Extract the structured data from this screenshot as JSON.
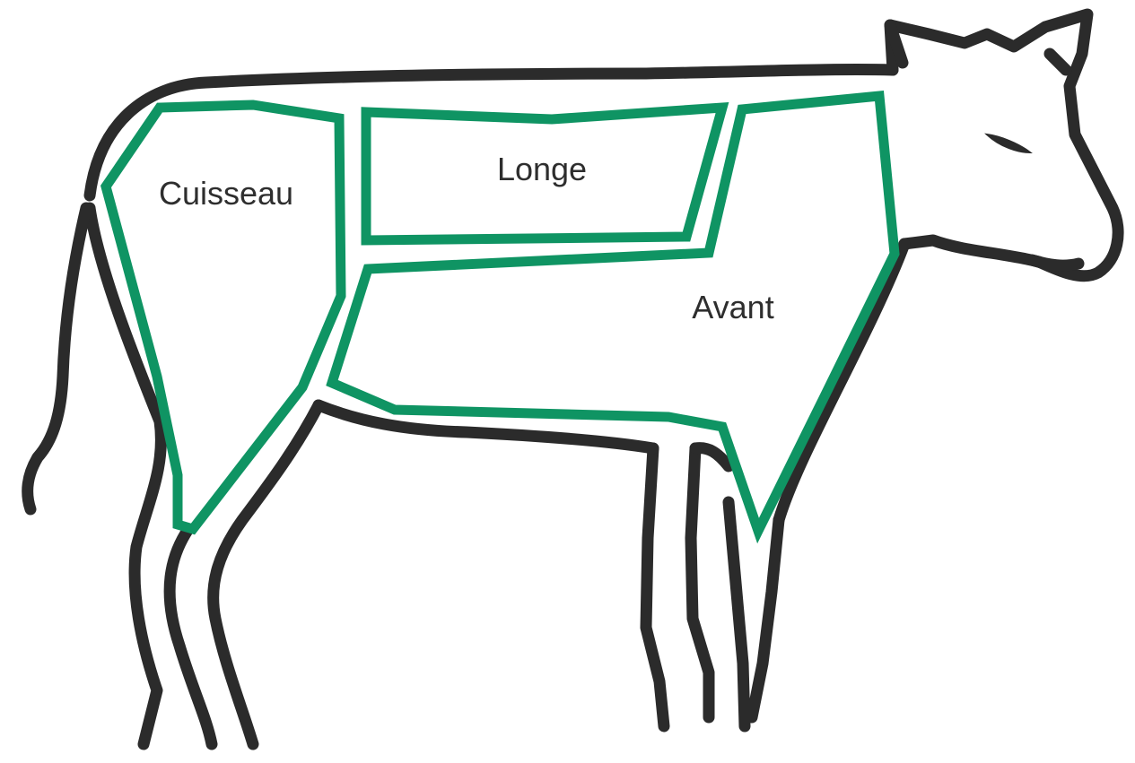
{
  "colors": {
    "outline": "#2b2b2b",
    "cut_lines": "#0f9463",
    "label_text": "#2e2e2e",
    "background": "#ffffff"
  },
  "cuts": {
    "cuisseau": {
      "label": "Cuisseau"
    },
    "longe": {
      "label": "Longe"
    },
    "avant": {
      "label": "Avant"
    }
  }
}
